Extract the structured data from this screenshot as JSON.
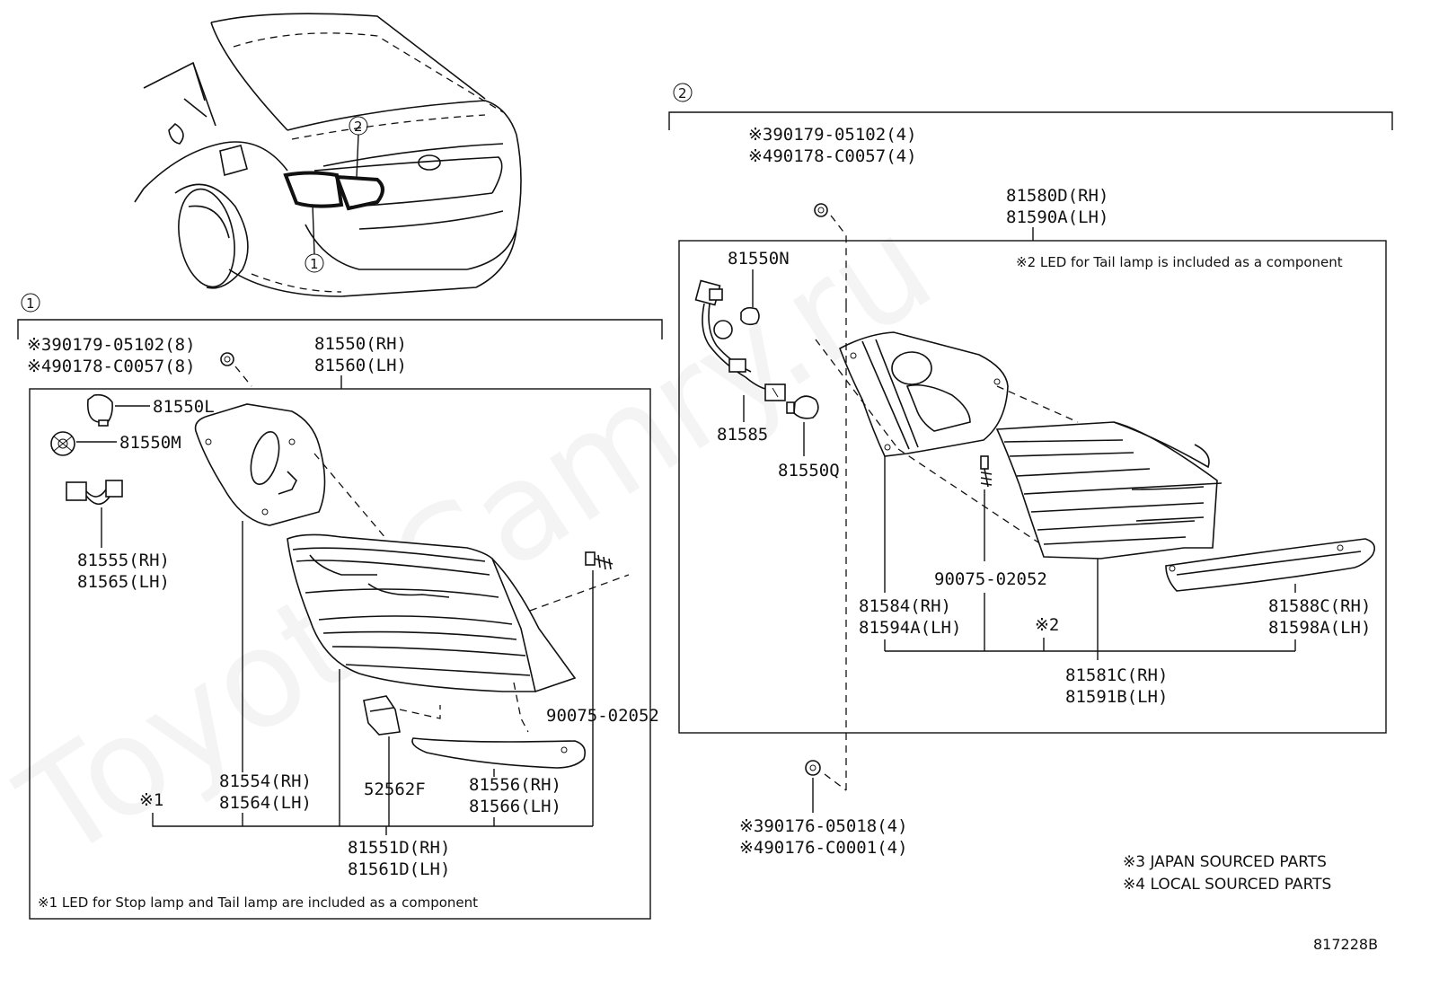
{
  "diagram_id": "817228B",
  "watermark": "ToyotaCamry.ru",
  "callouts": {
    "one": "1",
    "two": "2"
  },
  "section1": {
    "clip_japan": "※390179-05102(8)",
    "clip_local": "※490178-C0057(8)",
    "assy_rh": "81550(RH)",
    "assy_lh": "81560(LH)",
    "bulb": "81550L",
    "socket": "81550M",
    "wire_rh": "81555(RH)",
    "wire_lh": "81565(LH)",
    "screw": "90075-02052",
    "gasket_rh": "81554(RH)",
    "gasket_lh": "81564(LH)",
    "bracket": "52562F",
    "cover_rh": "81556(RH)",
    "cover_lh": "81566(LH)",
    "star1": "※1",
    "lens_rh": "81551D(RH)",
    "lens_lh": "81561D(LH)",
    "note": "※1 LED for Stop lamp and Tail lamp are included as a component"
  },
  "section2": {
    "clip_japan": "※390179-05102(4)",
    "clip_local": "※490178-C0057(4)",
    "assy_rh": "81580D(RH)",
    "assy_lh": "81590A(LH)",
    "note": "※2 LED for Tail lamp is included as a component",
    "bulb_n": "81550N",
    "wire": "81585",
    "bulb_q": "81550Q",
    "screw": "90075-02052",
    "gasket_rh": "81584(RH)",
    "gasket_lh": "81594A(LH)",
    "star2": "※2",
    "lens_rh": "81581C(RH)",
    "lens_lh": "81591B(LH)",
    "cover_rh": "81588C(RH)",
    "cover_lh": "81598A(LH)",
    "nut_japan": "※390176-05018(4)",
    "nut_local": "※490176-C0001(4)"
  },
  "legend": {
    "japan": "※3 JAPAN SOURCED PARTS",
    "local": "※4 LOCAL SOURCED PARTS"
  },
  "icons": [
    "rear-car-view",
    "bulb-icon",
    "socket-icon",
    "connector-icon",
    "clip-icon",
    "screw-icon",
    "nut-icon"
  ]
}
